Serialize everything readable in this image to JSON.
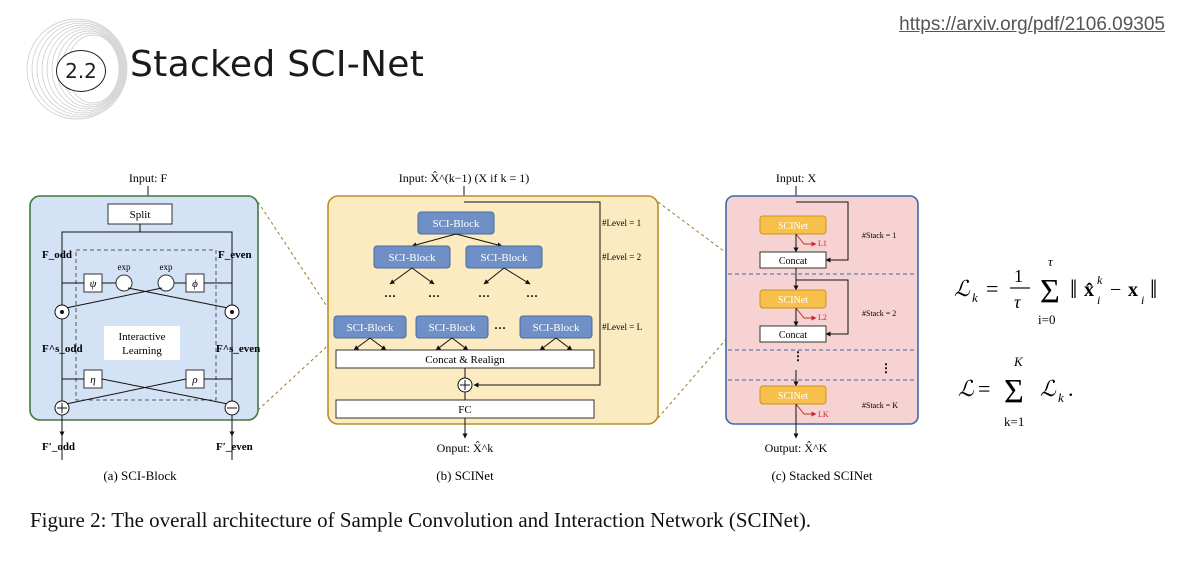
{
  "header": {
    "section_number": "2.2",
    "title": "Stacked SCI-Net",
    "source_link": "https://arxiv.org/pdf/2106.09305"
  },
  "figure": {
    "caption": "Figure 2: The overall architecture of Sample Convolution and Interaction Network (SCINet).",
    "panel_a": {
      "input_label": "Input: F",
      "split": "Split",
      "f_odd": "F_odd",
      "f_even": "F_even",
      "psi": "ψ",
      "phi": "ϕ",
      "exp1": "exp",
      "exp2": "exp",
      "interactive": "Interactive",
      "learning": "Learning",
      "fs_odd": "F^s_odd",
      "fs_even": "F^s_even",
      "eta": "η",
      "rho": "ρ",
      "fp_odd": "F′_odd",
      "fp_even": "F′_even",
      "caption": "(a) SCI-Block"
    },
    "panel_b": {
      "input_label": "Input: X̂^(k−1) (X if k = 1)",
      "block": "SCI-Block",
      "level1": "#Level = 1",
      "level2": "#Level = 2",
      "levelL": "#Level = L",
      "dots": "···",
      "concat": "Concat & Realign",
      "fc": "FC",
      "output_label": "Onput: X̂^k",
      "caption": "(b) SCINet"
    },
    "panel_c": {
      "input_label": "Input: X",
      "scinet": "SCINet",
      "concat": "Concat",
      "loss1": "L1",
      "loss2": "L2",
      "lossK": "LK",
      "stack1": "#Stack = 1",
      "stack2": "#Stack = 2",
      "stackK": "#Stack = K",
      "output_label": "Output: X̂^K",
      "caption": "(c) Stacked SCINet"
    }
  },
  "equations": {
    "eq1": "L_k = (1/τ) Σ_{i=0}^{τ} ‖x̂_i^k − x_i‖",
    "eq2": "L = Σ_{k=1}^{K} L_k."
  },
  "colors": {
    "panel_a_fill": "#d3e2f4",
    "panel_a_border": "#3f7a3f",
    "panel_b_fill": "#fcebc0",
    "panel_b_border": "#b8902a",
    "panel_c_fill": "#f6d2d2",
    "panel_c_border": "#3e6aa8",
    "sci_block": "#6f90c6",
    "scinet_box": "#f7c04a",
    "loss_red": "#cc2a2a"
  }
}
